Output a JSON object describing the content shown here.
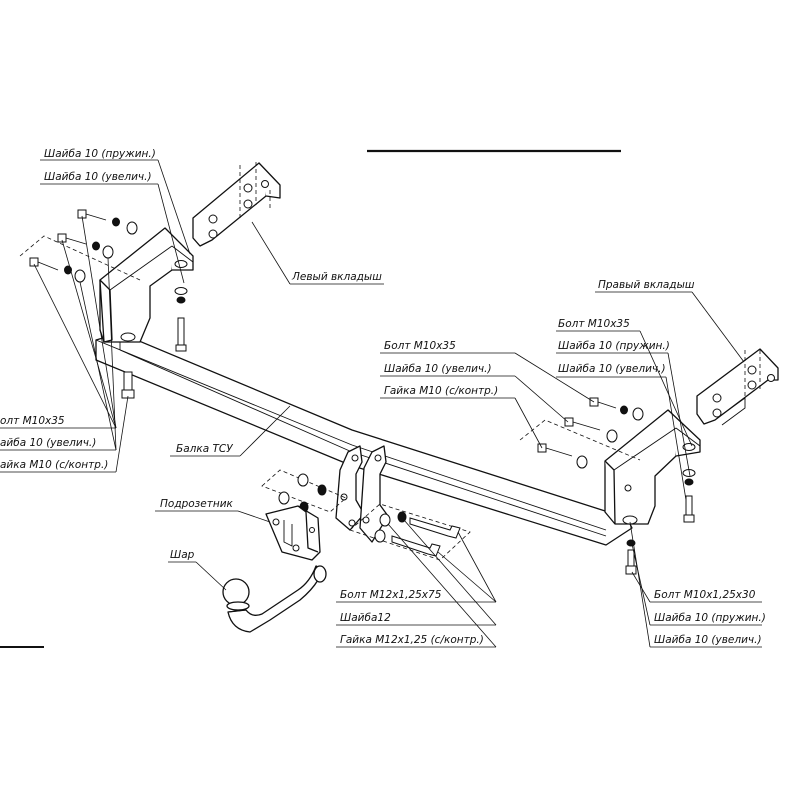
{
  "labels": {
    "washer_spring_tl": "Шайба 10 (пружин.)",
    "washer_enl_tl": "Шайба 10 (увелич.)",
    "left_insert": "Левый вкладыш",
    "right_insert": "Правый вкладыш",
    "bolt_m10x35_r": "Болт M10x35",
    "washer_spring_r": "Шайба 10 (пружин.)",
    "washer_enl_r": "Шайба 10 (увелич.)",
    "bolt_m10x35_c": "Болт M10x35",
    "washer_enl_c": "Шайба 10 (увелич.)",
    "nut_m10_c": "Гайка M10 (с/контр.)",
    "bolt_m10x35_l": "олт M10x35",
    "washer_enl_l": "айба 10 (увелич.)",
    "nut_m10_l": "айка M10 (с/контр.)",
    "beam": "Балка ТСУ",
    "socket_plate": "Подрозетник",
    "ball": "Шар",
    "bolt_m12": "Болт M12x1,25x75",
    "washer_12": "Шайба12",
    "nut_m12": "Гайка M12x1,25 (с/контр.)",
    "bolt_m10x125x30": "Болт M10x1,25x30",
    "washer_spring_br": "Шайба 10 (пружин.)",
    "washer_enl_br": "Шайба 10 (увелич.)"
  }
}
